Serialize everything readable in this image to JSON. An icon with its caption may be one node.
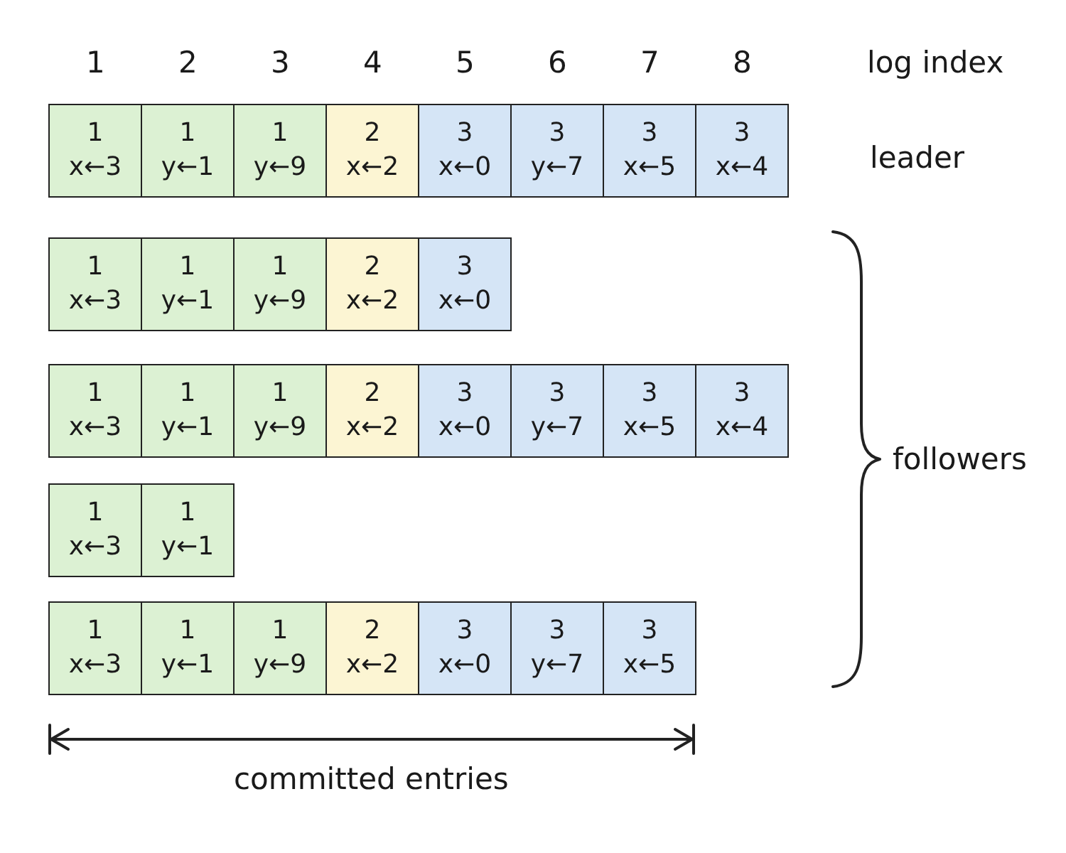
{
  "diagram": {
    "nodes": [
      {
        "text": [
          "1",
          "x←3"
        ]
      },
      {
        "text": [
          "1",
          "y←1"
        ]
      },
      {
        "text": [
          "1",
          "y←9"
        ]
      },
      {
        "text": [
          "2",
          "x←2"
        ]
      },
      {
        "text": [
          "3",
          "x←0"
        ]
      },
      {
        "text": [
          "3",
          "y←7"
        ]
      },
      {
        "text": [
          "3",
          "x←5"
        ]
      },
      {
        "text": [
          "3",
          "x←4"
        ]
      },
      {
        "text": [
          "1",
          "x←3"
        ]
      },
      {
        "text": [
          "1",
          "y←1"
        ]
      },
      {
        "text": [
          "1",
          "y←9"
        ]
      },
      {
        "text": [
          "2",
          "x←2"
        ]
      },
      {
        "text": [
          "3",
          "x←0"
        ]
      },
      {
        "text": [
          "1",
          "x←3"
        ]
      },
      {
        "text": [
          "1",
          "y←1"
        ]
      },
      {
        "text": [
          "1",
          "y←9"
        ]
      },
      {
        "text": [
          "2",
          "x←2"
        ]
      },
      {
        "text": [
          "3",
          "x←0"
        ]
      },
      {
        "text": [
          "3",
          "y←7"
        ]
      },
      {
        "text": [
          "3",
          "x←5"
        ]
      },
      {
        "text": [
          "3",
          "x←4"
        ]
      },
      {
        "text": [
          "1",
          "x←3"
        ]
      },
      {
        "text": [
          "1",
          "y←1"
        ]
      },
      {
        "text": [
          "1",
          "x←3"
        ]
      },
      {
        "text": [
          "1",
          "y←1"
        ]
      },
      {
        "text": [
          "1",
          "y←9"
        ]
      },
      {
        "text": [
          "2",
          "x←2"
        ]
      },
      {
        "text": [
          "3",
          "x←0"
        ]
      },
      {
        "text": [
          "3",
          "y←7"
        ]
      },
      {
        "text": [
          "3",
          "x←5"
        ]
      }
    ],
    "labels": [
      "1",
      "2",
      "3",
      "4",
      "5",
      "6",
      "7",
      "8",
      "log index",
      "leader",
      "followers",
      "committed entries"
    ]
  }
}
